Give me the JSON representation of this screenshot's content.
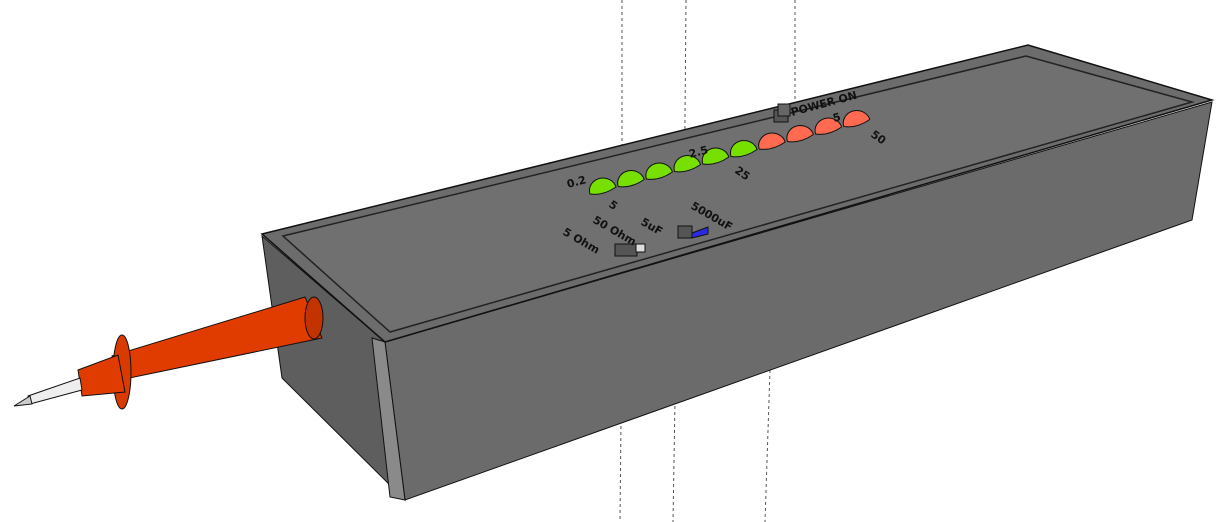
{
  "labels": {
    "power": "POWER ON",
    "led_0_2": "0.2",
    "led_5a": "5",
    "led_2_5": "2.5",
    "led_25": "25",
    "led_5b": "5",
    "led_50": "50",
    "range_50ohm": "50 Ohm",
    "range_5ohm": "5 Ohm",
    "range_5uf": "5uF",
    "range_5000uf": "5000uF"
  },
  "colors": {
    "body_top": "#6f6f6f",
    "body_side": "#696969",
    "led_green": "#77e000",
    "led_red": "#ff6a50",
    "probe": "#e03c00",
    "switch_blue": "#2a2ae0"
  },
  "leds": [
    "green",
    "green",
    "green",
    "green",
    "green",
    "green",
    "red",
    "red",
    "red",
    "red"
  ]
}
